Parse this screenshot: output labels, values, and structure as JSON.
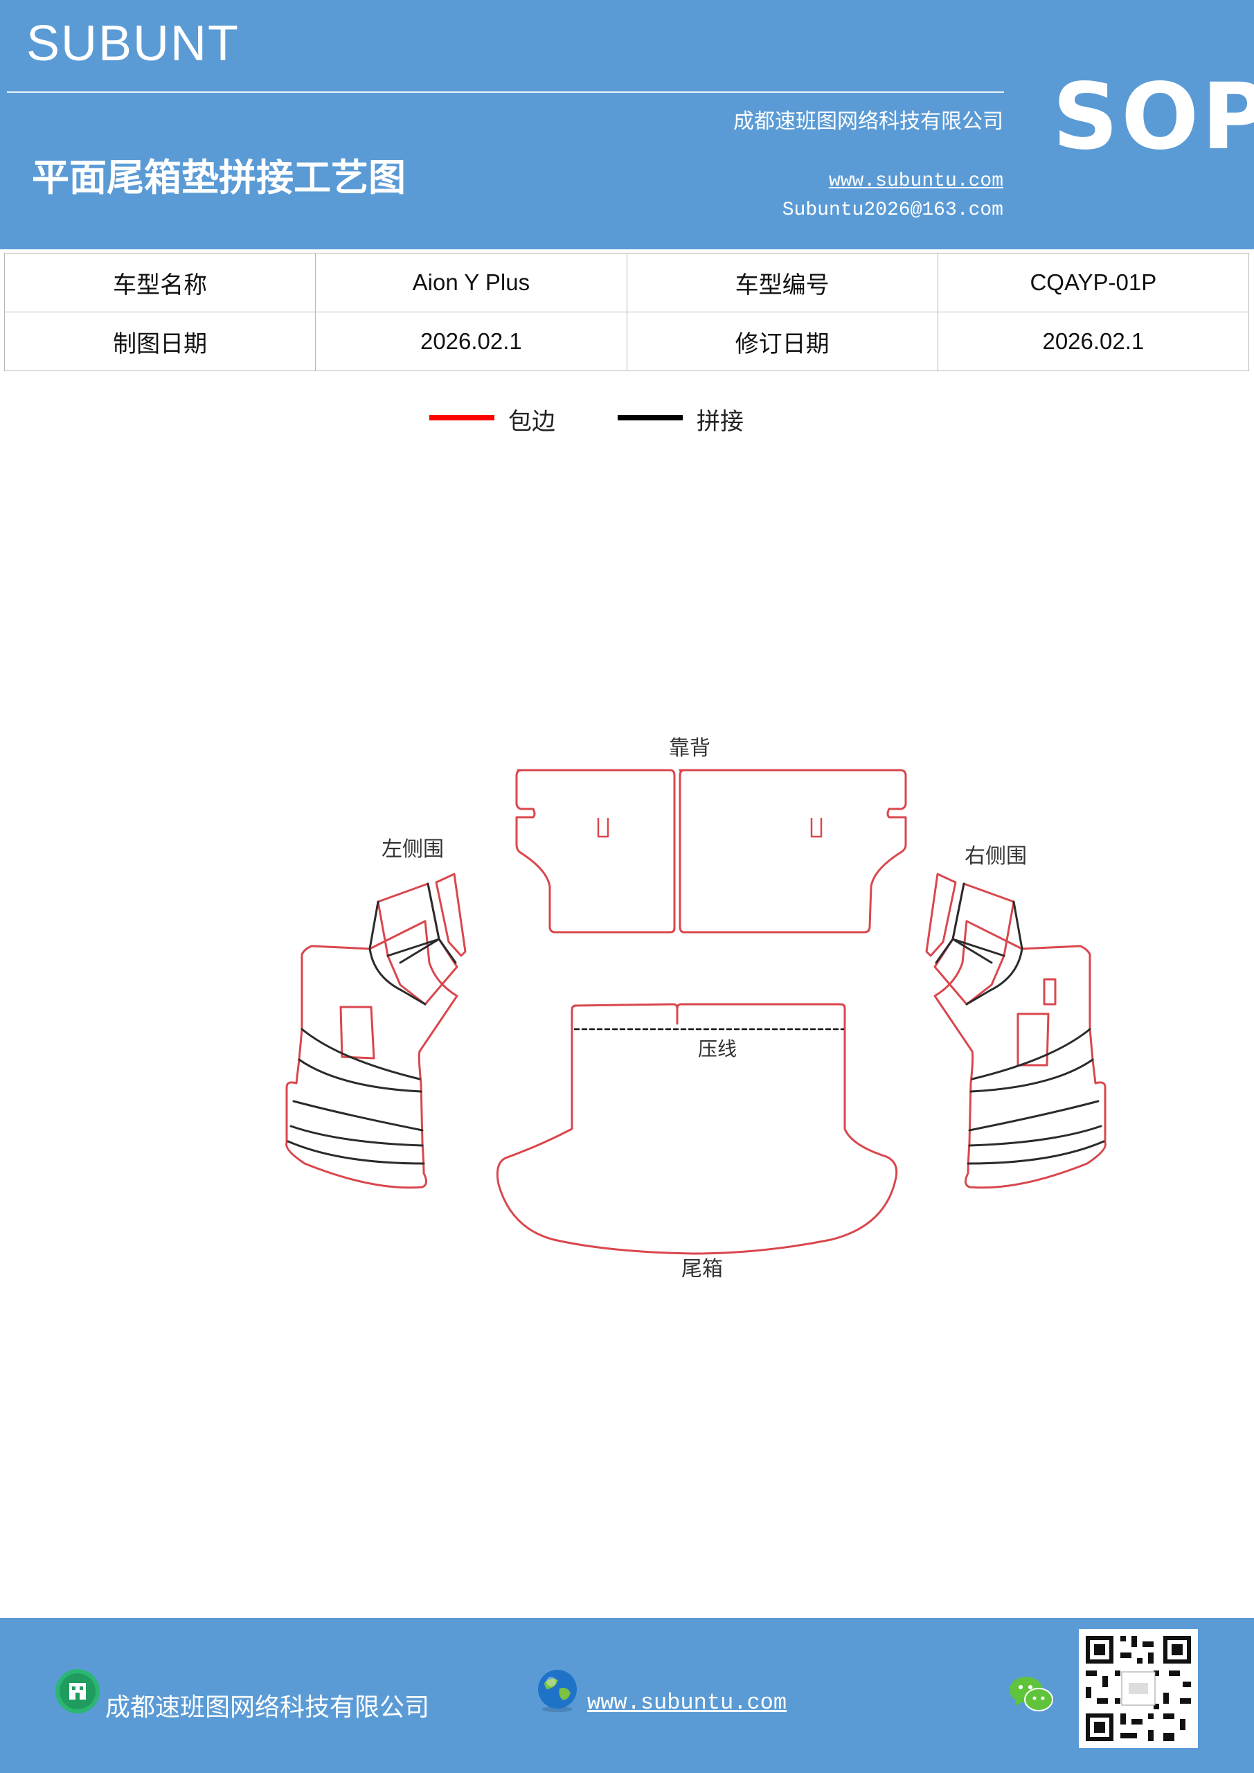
{
  "header": {
    "brand": "SUBUNT",
    "company": "成都速班图网络科技有限公司",
    "title": "平面尾箱垫拼接工艺图",
    "website": "www.subuntu.com",
    "email": "Subuntu2026@163.com",
    "badge": "SOP"
  },
  "info_table": {
    "rows": [
      [
        "车型名称",
        "Aion  Y  Plus",
        "车型编号",
        "CQAYP-01P"
      ],
      [
        "制图日期",
        "2026.02.1",
        "修订日期",
        "2026.02.1"
      ]
    ]
  },
  "legend": {
    "items": [
      {
        "label": "包边",
        "color": "#ff0000"
      },
      {
        "label": "拼接",
        "color": "#000000"
      }
    ]
  },
  "diagram": {
    "labels": {
      "backrest": "靠背",
      "left_side": "左侧围",
      "right_side": "右侧围",
      "press_line": "压线",
      "trunk": "尾箱"
    },
    "colors": {
      "edge": "#d9474d",
      "seam": "#2b2b2b"
    }
  },
  "footer": {
    "company": "成都速班图网络科技有限公司",
    "website": "www.subuntu.com "
  },
  "icons": [
    "building-icon",
    "globe-icon",
    "wechat-icon",
    "qr-code"
  ]
}
